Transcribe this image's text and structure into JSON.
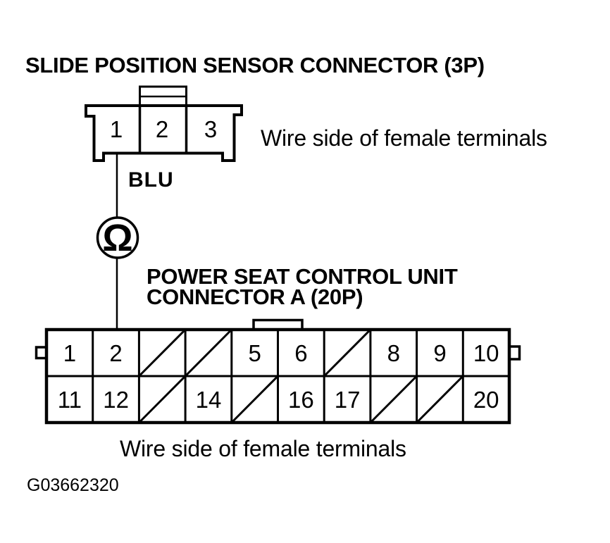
{
  "colors": {
    "ink": "#000000",
    "paper": "#ffffff"
  },
  "header": {
    "title": "SLIDE POSITION SENSOR CONNECTOR (3P)"
  },
  "connector3p": {
    "name": "SLIDE POSITION SENSOR CONNECTOR (3P)",
    "pins": [
      {
        "pin": "1",
        "slashed": false
      },
      {
        "pin": "2",
        "slashed": false
      },
      {
        "pin": "3",
        "slashed": false
      }
    ],
    "note": "Wire side of female terminals"
  },
  "circuit": {
    "wire_label": "BLU",
    "from_pin": "1",
    "to_pin": "2",
    "meter_symbol": "Ω",
    "meter_name": "ohmmeter"
  },
  "connector20p": {
    "title_line1": "POWER SEAT CONTROL UNIT",
    "title_line2": "CONNECTOR A (20P)",
    "row1": [
      {
        "pin": "1",
        "slashed": false
      },
      {
        "pin": "2",
        "slashed": false
      },
      {
        "pin": "",
        "slashed": true
      },
      {
        "pin": "",
        "slashed": true
      },
      {
        "pin": "5",
        "slashed": false
      },
      {
        "pin": "6",
        "slashed": false
      },
      {
        "pin": "",
        "slashed": true
      },
      {
        "pin": "8",
        "slashed": false
      },
      {
        "pin": "9",
        "slashed": false
      },
      {
        "pin": "10",
        "slashed": false
      }
    ],
    "row2": [
      {
        "pin": "11",
        "slashed": false
      },
      {
        "pin": "12",
        "slashed": false
      },
      {
        "pin": "",
        "slashed": true
      },
      {
        "pin": "14",
        "slashed": false
      },
      {
        "pin": "",
        "slashed": true
      },
      {
        "pin": "16",
        "slashed": false
      },
      {
        "pin": "17",
        "slashed": false
      },
      {
        "pin": "",
        "slashed": true
      },
      {
        "pin": "",
        "slashed": true
      },
      {
        "pin": "20",
        "slashed": false
      }
    ],
    "note": "Wire side of female terminals"
  },
  "footer": {
    "figure_id": "G03662320"
  }
}
